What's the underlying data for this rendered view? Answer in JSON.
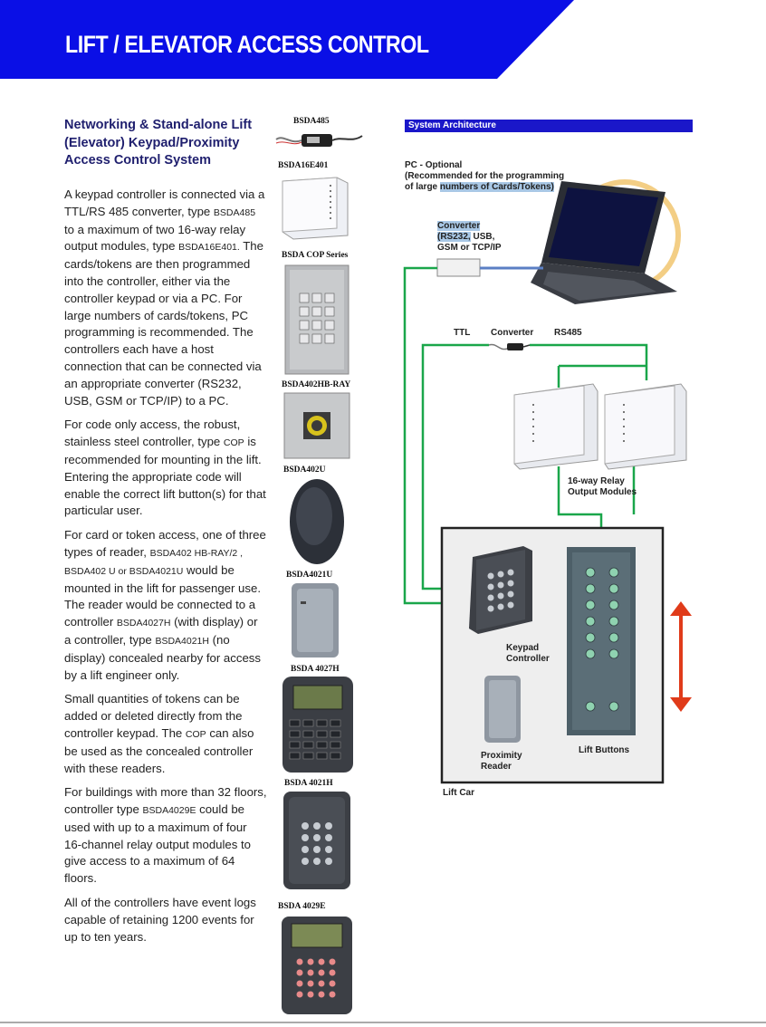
{
  "header": {
    "title": "LIFT / ELEVATOR ACCESS CONTROL",
    "color": "#0a0fe6"
  },
  "intro": {
    "heading": "Networking & Stand-alone Lift (Elevator) Keypad/Proximity Access Control System"
  },
  "body": {
    "p1": {
      "t1": "A keypad controller is connected via a TTL/RS 485 converter, type ",
      "c1": "BSDA485",
      "t2": " to a maximum of two 16-way relay output modules, type ",
      "c2": "BSDA16E401.",
      "t3": " The cards/tokens are then programmed into the controller, either via the controller keypad or via a PC. For large numbers of cards/tokens, PC programming is recommended. The controllers each have a host connection that can be connected via an appropriate converter (RS232, USB, GSM or TCP/IP) to a PC."
    },
    "p2": {
      "t1": "For code only access, the robust, stainless steel controller, type ",
      "c1": "COP",
      "t2": " is recommended for mounting in the lift. Entering the appropriate code will enable the correct lift button(s) for that particular user."
    },
    "p3": {
      "t1": "For card or token access, one of three types of reader, ",
      "c1": "BSDA402 HB-RAY/2 ,",
      "t2": " ",
      "c2": "BSDA402 U",
      "t3": " or ",
      "c3": "BSDA4021U",
      "t4": " would be mounted in the lift for passenger use. The reader would be connected to a controller ",
      "c4": "BSDA4027H",
      "t5": " (with display) or a controller, type ",
      "c5": "BSDA4021H",
      "t6": " (no display) concealed nearby for access by a lift engineer only."
    },
    "p4": {
      "t1": "Small quantities of tokens can be added or deleted directly from the controller keypad. The ",
      "c1": "COP",
      "t2": " can also be used as the concealed controller with these readers."
    },
    "p5": {
      "t1": "For buildings with more than 32 floors, controller type ",
      "c1": "BSDA4029E",
      "t2": " could be used with up to a maximum of four 16-channel relay output modules to give access to a maximum of 64 floors."
    },
    "p6": {
      "t1": "All of the controllers have event logs capable of retaining 1200 events for up to ten years."
    }
  },
  "products": [
    {
      "label": "BSDA485",
      "icon": "converter-cable-icon"
    },
    {
      "label": "BSDA16E401",
      "icon": "relay-module-icon"
    },
    {
      "label": "BSDA COP Series",
      "icon": "steel-keypad-icon"
    },
    {
      "label": "BSDA402HB-RAY",
      "icon": "plate-reader-icon"
    },
    {
      "label": "BSDA402U",
      "icon": "oval-reader-icon"
    },
    {
      "label": "BSDA4021U",
      "icon": "slim-reader-icon"
    },
    {
      "label": "BSDA 4027H",
      "icon": "display-keypad-icon"
    },
    {
      "label": "BSDA 4021H",
      "icon": "keypad-controller-icon"
    },
    {
      "label": "BSDA 4029E",
      "icon": "display-keypad-controller-icon"
    }
  ],
  "architecture": {
    "bar_title": "System Architecture",
    "pc_label": {
      "l1": "PC - Optional",
      "l2": "(Recommended for the programming",
      "l3a": "of large ",
      "l3b": "numbers of Cards/Tokens)"
    },
    "converter_label": {
      "l1": "Converter",
      "l2a": "(RS232,",
      "l2b": " USB,",
      "l3": "GSM or TCP/IP"
    },
    "ttl": "TTL",
    "converter2": "Converter",
    "rs485": "RS485",
    "relay_label": {
      "l1": "16-way Relay",
      "l2": "Output Modules"
    },
    "keypad_label": {
      "l1": "Keypad",
      "l2": "Controller"
    },
    "proximity_label": {
      "l1": "Proximity",
      "l2": "Reader"
    },
    "lift_buttons": "Lift Buttons",
    "lift_car": "Lift Car",
    "line_color": "#1aa64a",
    "pc_link_color": "#5b7fc4",
    "arrow_color": "#e03b1a"
  }
}
